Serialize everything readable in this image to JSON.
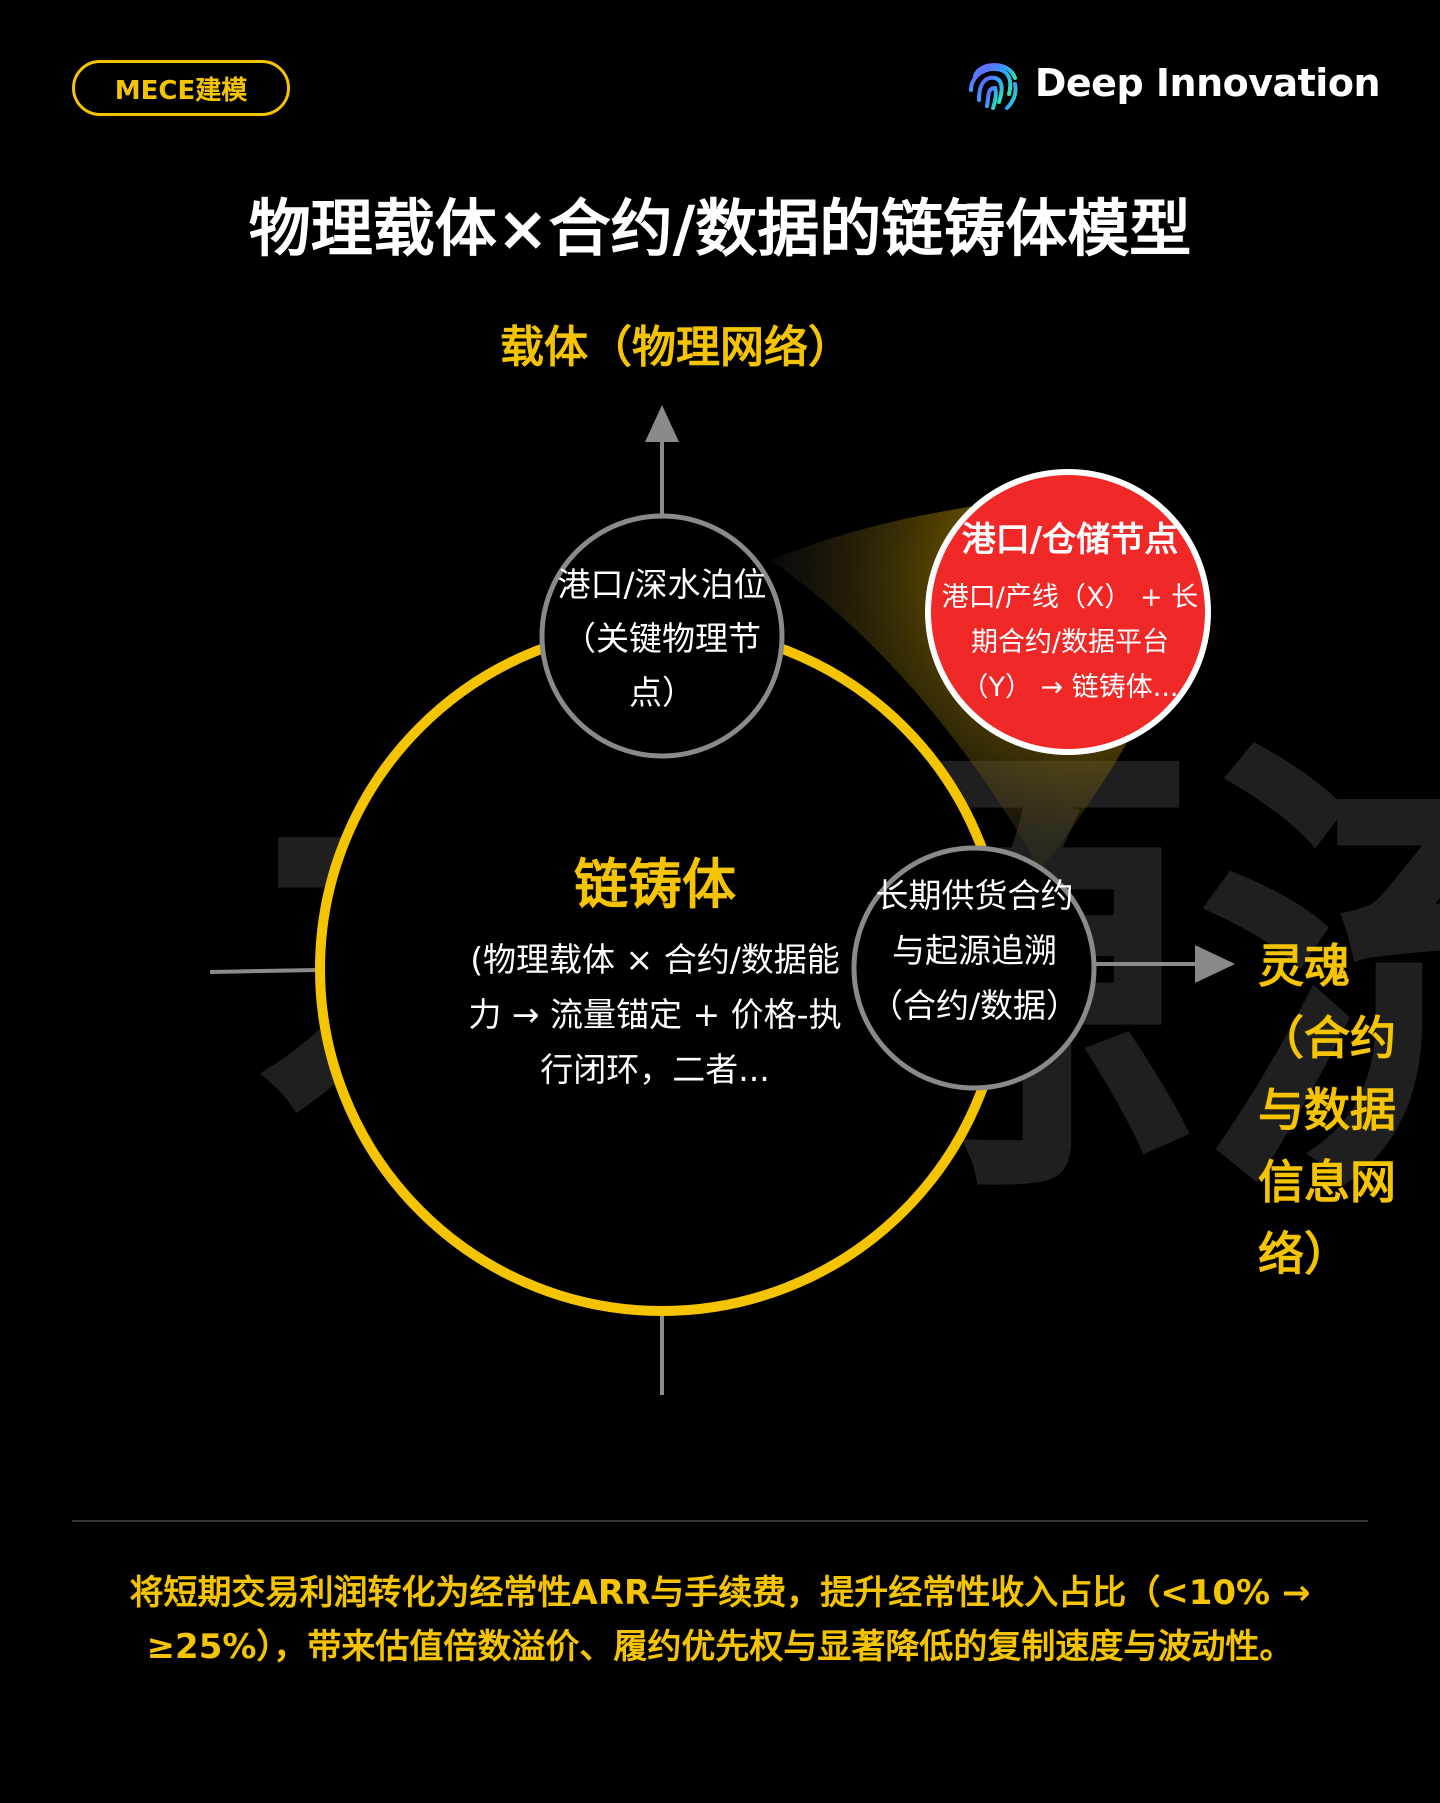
{
  "header": {
    "tag": "MECE建模",
    "brand": "Deep Innovation",
    "title": "物理载体×合约/数据的链铸体模型"
  },
  "diagram": {
    "axis_top_label": "载体（物理网络）",
    "axis_right_label": "灵魂（合约与数据信息网络）",
    "center_title": "链铸体",
    "center_desc": "(物理载体 × 合约/数据能力 → 流量锚定 + 价格-执行闭环，二者...",
    "node_top": "港口/深水泊位（关键物理节点）",
    "node_right": "长期供货合约与起源追溯（合约/数据）",
    "highlight_title": "港口/仓储节点",
    "highlight_desc": "港口/产线（X） + 长期合约/数据平台（Y） → 链铸体...",
    "background_glyphs": "本源流",
    "colors": {
      "accent": "#F5C400",
      "highlight": "#F02828",
      "ring_gray": "#8a8a8a"
    }
  },
  "footer": {
    "summary": "将短期交易利润转化为经常性ARR与手续费，提升经常性收入占比（<10% → ≥25%），带来估值倍数溢价、履约优先权与显著降低的复制速度与波动性。"
  }
}
